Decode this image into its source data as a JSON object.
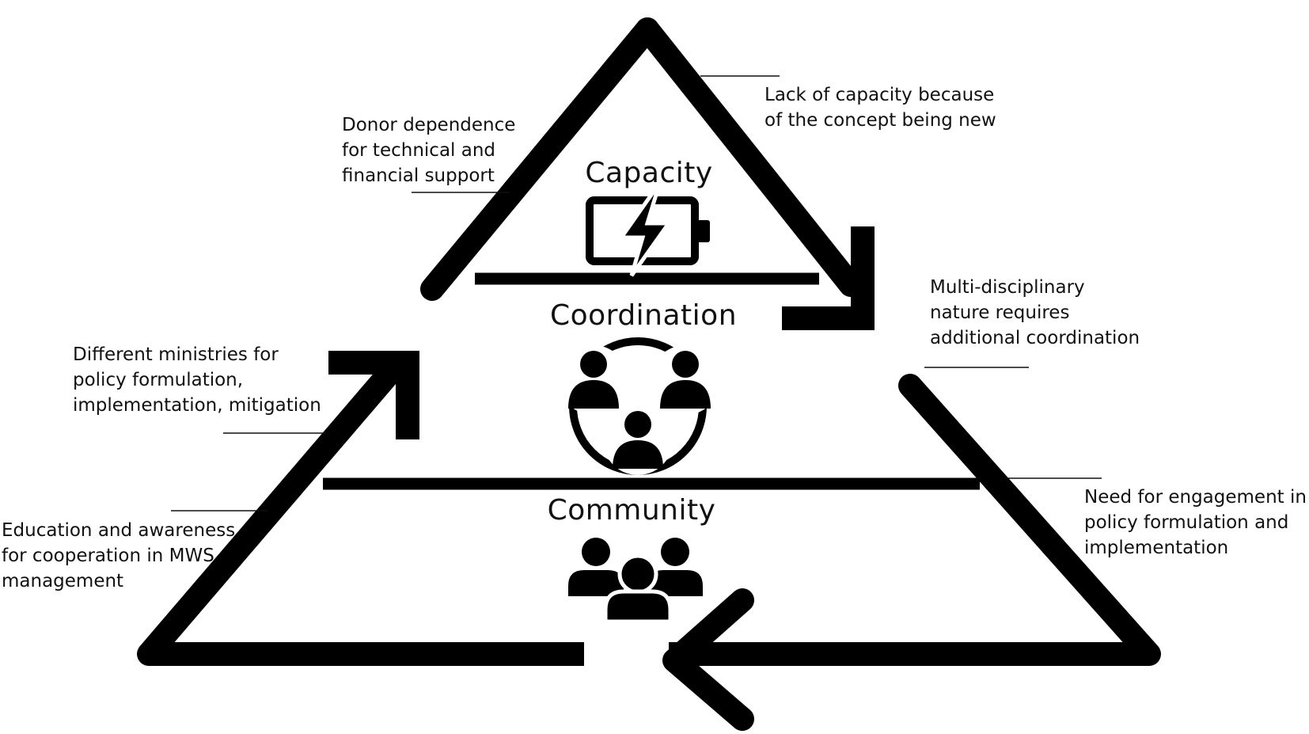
{
  "levels": {
    "top": {
      "title": "Capacity",
      "icon": "battery-charging-icon"
    },
    "middle": {
      "title": "Coordination",
      "icon": "team-cycle-icon"
    },
    "bottom": {
      "title": "Community",
      "icon": "people-group-icon"
    }
  },
  "annotations": {
    "donor": {
      "lines": [
        "Donor dependence",
        "for technical and",
        "financial support"
      ]
    },
    "lack_capacity": {
      "lines": [
        "Lack of capacity because",
        "of the concept being new"
      ]
    },
    "multidisciplinary": {
      "lines": [
        "Multi-disciplinary",
        "nature requires",
        "additional coordination"
      ]
    },
    "ministries": {
      "lines": [
        "Different ministries for",
        "policy formulation,",
        "implementation, mitigation"
      ]
    },
    "engagement": {
      "lines": [
        "Need for engagement in",
        "policy formulation and",
        "implementation"
      ]
    },
    "education": {
      "lines": [
        "Education and awareness",
        "for cooperation in MWS",
        "management"
      ]
    }
  },
  "colors": {
    "ink": "#000000",
    "background": "#ffffff"
  }
}
